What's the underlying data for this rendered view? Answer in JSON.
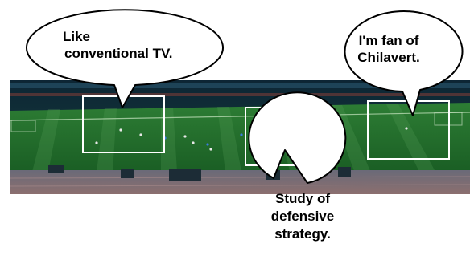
{
  "scene": {
    "description_image": "panorama-stadium-photo",
    "colors": {
      "pitch": "#1f6b2a",
      "pitch_stripe": "#2a7a33",
      "stands_top": "#0e2b3b",
      "stands_bottom": "#123a3a",
      "track": "#8a6e6e",
      "highlight_box": "#ffffff"
    }
  },
  "bubbles": [
    {
      "lines": [
        "Like",
        "conventional TV."
      ]
    },
    {
      "lines": [
        "I'm fan of",
        "Chilavert."
      ]
    },
    {
      "lines": [
        "Study of",
        "defensive",
        "strategy."
      ]
    }
  ]
}
